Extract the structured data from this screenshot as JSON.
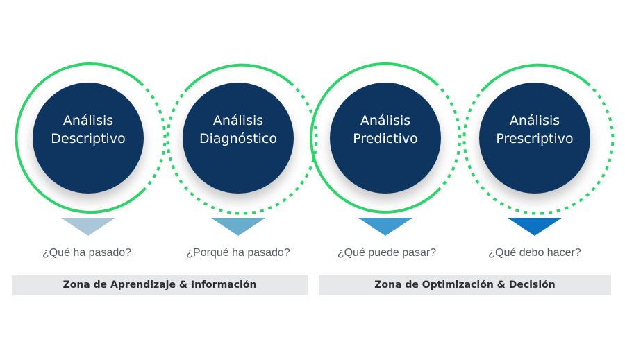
{
  "stages": [
    {
      "line1": "Análisis",
      "line2": "Descriptivo",
      "question": "¿Qué ha pasado?"
    },
    {
      "line1": "Análisis",
      "line2": "Diagnóstico",
      "question": "¿Porqué ha pasado?"
    },
    {
      "line1": "Análisis",
      "line2": "Predictivo",
      "question": "¿Qué puede pasar?"
    },
    {
      "line1": "Análisis",
      "line2": "Prescriptivo",
      "question": "¿Qué debo hacer?"
    }
  ],
  "zones": [
    {
      "label": "Zona de Aprendizaje & Información"
    },
    {
      "label": "Zona de Optimización & Decisión"
    }
  ],
  "colors": {
    "circle_fill": "#0d3561",
    "ring": "#2fd36b",
    "triangles": [
      "#a9c7d8",
      "#6aaccc",
      "#3f9ad0",
      "#0c73c2"
    ],
    "zone_bg": "#e6e8ea"
  }
}
